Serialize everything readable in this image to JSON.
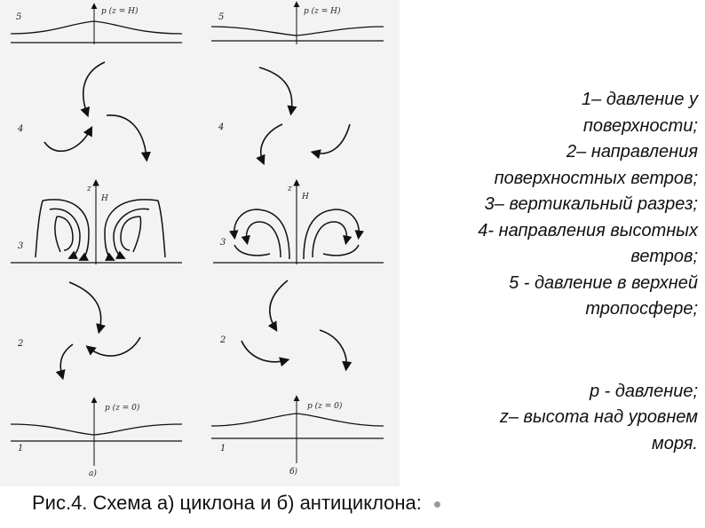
{
  "figure": {
    "left_panel": {
      "tag": "а)",
      "top_axis_label": "p (z = H)",
      "bottom_axis_label": "p (z = 0)",
      "vertical_axis_z": "z",
      "vertical_axis_H": "H",
      "row_numbers": [
        "5",
        "4",
        "3",
        "2",
        "1"
      ]
    },
    "right_panel": {
      "tag": "б)",
      "top_axis_label": "p (z = H)",
      "bottom_axis_label": "p (z = 0)",
      "vertical_axis_z": "z",
      "vertical_axis_H": "H",
      "row_numbers": [
        "5",
        "4",
        "3",
        "2",
        "1"
      ]
    }
  },
  "legend": {
    "items": [
      "1– давление у",
      "поверхности;",
      "2– направления",
      "поверхностных ветров;",
      "3– вертикальный разрез;",
      "4- направления высотных",
      "ветров;",
      "5 - давление в верхней",
      "тропосфере;"
    ],
    "notes": [
      "р - давление;",
      "z– высота над уровнем",
      "моря."
    ]
  },
  "caption": "Рис.4. Схема а) циклона и  б) антициклона:"
}
